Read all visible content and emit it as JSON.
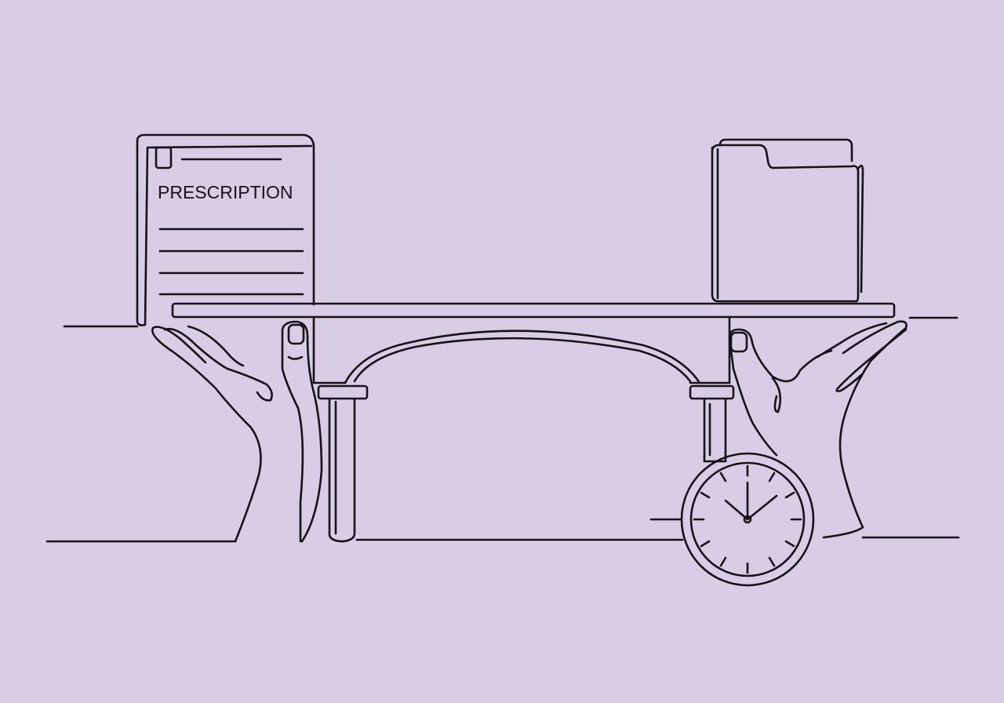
{
  "illustration": {
    "style": "continuous single-line drawing",
    "background_color": "#d9cce5",
    "line_color": "#151218",
    "document": {
      "label": "PRESCRIPTION"
    },
    "folder": {
      "label": ""
    },
    "clock": {
      "time": "2:00"
    }
  }
}
